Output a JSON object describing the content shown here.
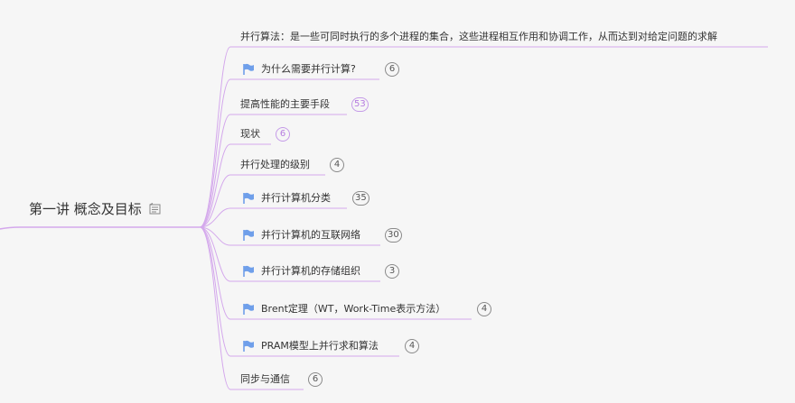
{
  "root": {
    "label": "第一讲 概念及目标",
    "icon": "note-icon"
  },
  "branch_color": "#d4a8ec",
  "flag_color": "#6f9fea",
  "children": [
    {
      "label": "并行算法：是一些可同时执行的多个进程的集合，这些进程相互作用和协调工作，从而达到对给定问题的求解",
      "flag": false,
      "count": ""
    },
    {
      "label": "为什么需要并行计算?",
      "flag": true,
      "count": "6"
    },
    {
      "label": "提高性能的主要手段",
      "flag": false,
      "count": "53"
    },
    {
      "label": "现状",
      "flag": false,
      "count": "6"
    },
    {
      "label": "并行处理的级别",
      "flag": false,
      "count": "4"
    },
    {
      "label": "并行计算机分类",
      "flag": true,
      "count": "35"
    },
    {
      "label": "并行计算机的互联网络",
      "flag": true,
      "count": "30"
    },
    {
      "label": "并行计算机的存储组织",
      "flag": true,
      "count": "3"
    },
    {
      "label": "Brent定理（WT，Work-Time表示方法）",
      "flag": true,
      "count": "4"
    },
    {
      "label": "PRAM模型上并行求和算法",
      "flag": true,
      "count": "4"
    },
    {
      "label": "同步与通信",
      "flag": false,
      "count": "6"
    }
  ]
}
